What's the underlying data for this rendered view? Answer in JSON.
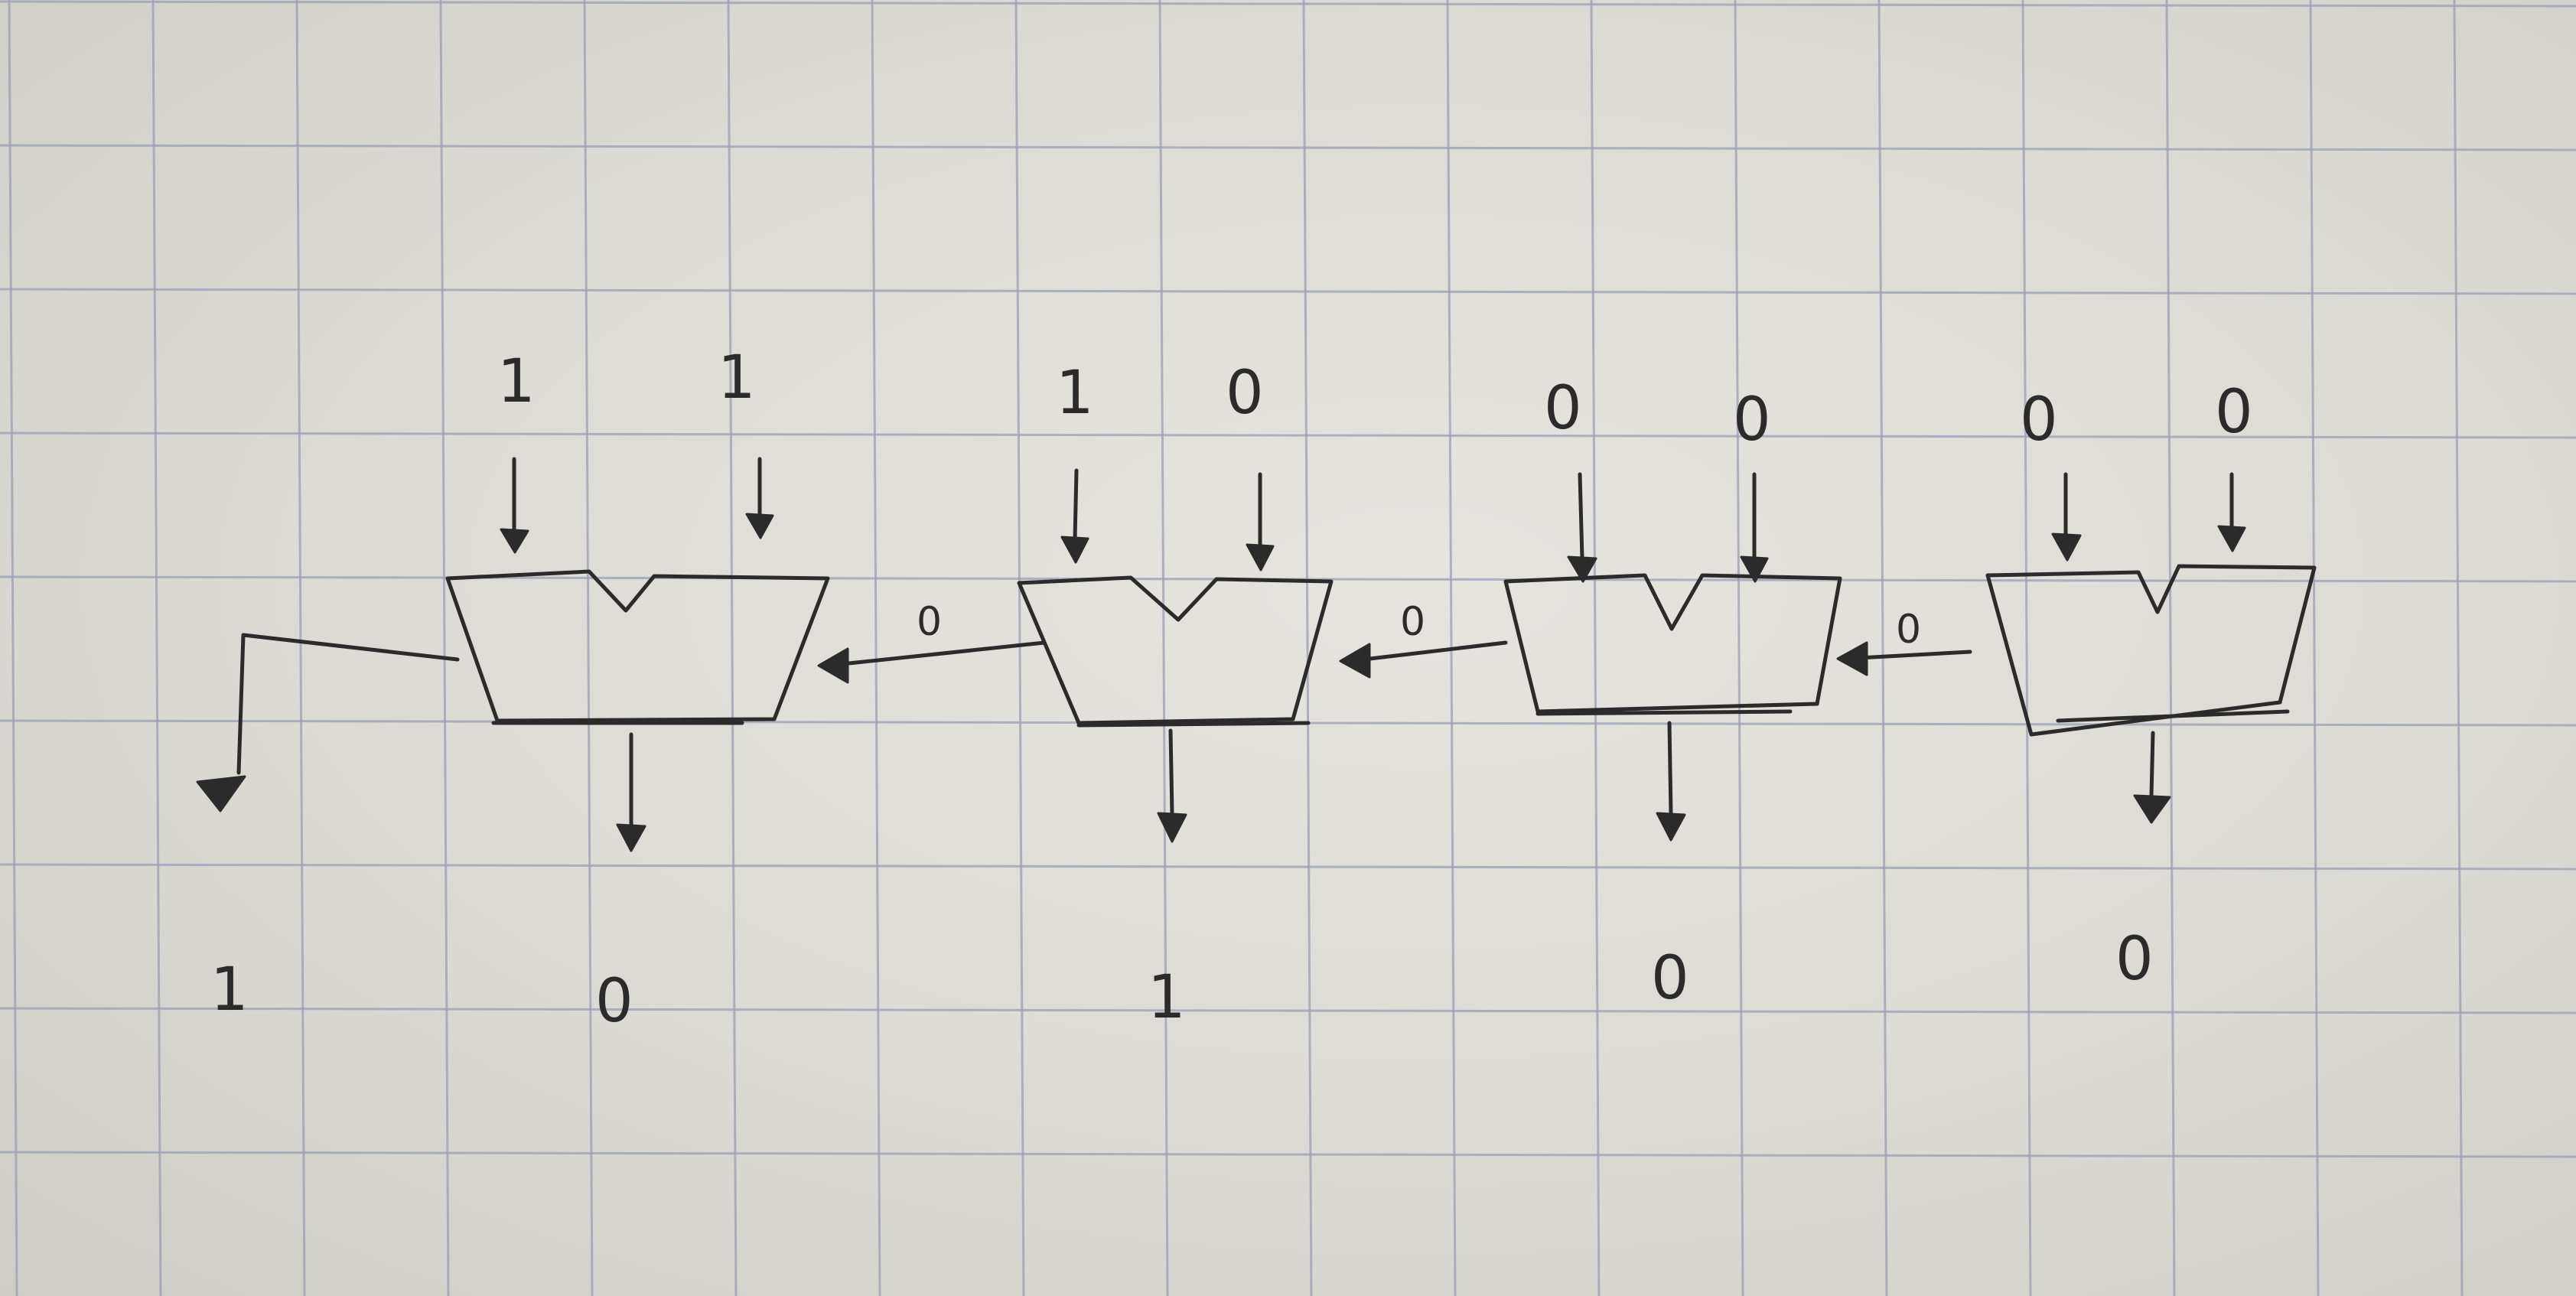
{
  "adders": [
    {
      "input_a": "1",
      "input_b": "1",
      "sum": "0",
      "carry_in": "0"
    },
    {
      "input_a": "1",
      "input_b": "0",
      "sum": "1",
      "carry_in": "0"
    },
    {
      "input_a": "0",
      "input_b": "0",
      "sum": "0",
      "carry_in": "0"
    },
    {
      "input_a": "0",
      "input_b": "0",
      "sum": "0"
    }
  ],
  "carry_out": "1",
  "colors": {
    "ink": "#2b2b2b",
    "paper": "#dcdad4",
    "grid": "#9aa0b4"
  }
}
